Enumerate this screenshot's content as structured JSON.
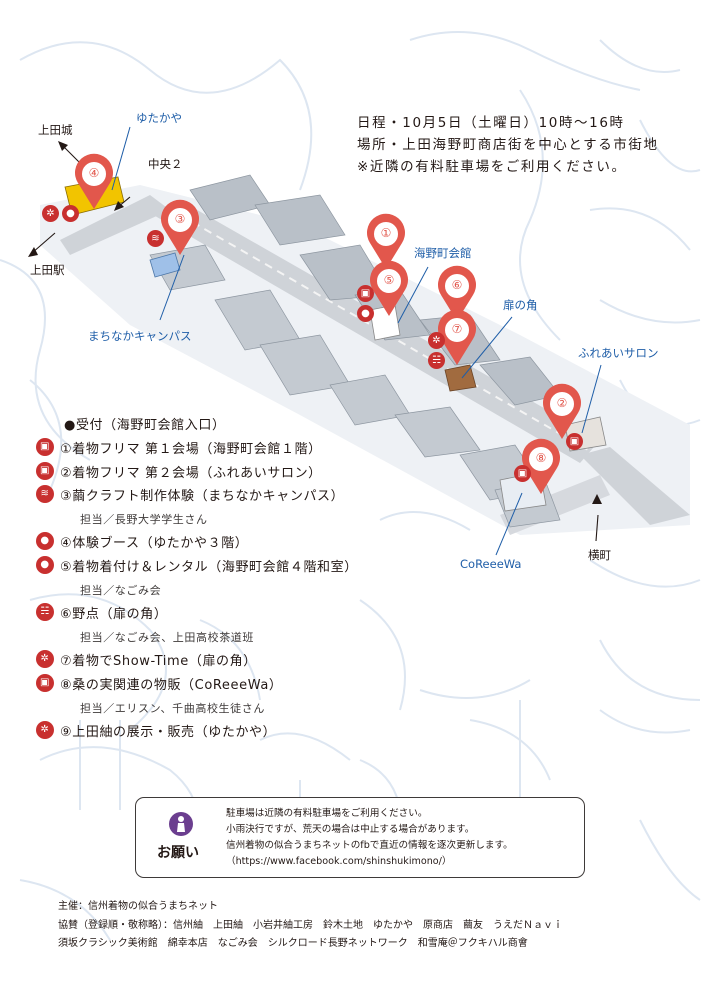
{
  "schedule": {
    "line1": "日程・10月5日（土曜日）10時～16時",
    "line2": "場所・上田海野町商店街を中心とする市街地",
    "line3": "※近隣の有料駐車場をご利用ください。"
  },
  "map": {
    "labels": {
      "ueda_castle": "上田城",
      "yutakaya": "ゆたかや",
      "chuo2": "中央２",
      "ueda_station": "上田駅",
      "machinaka_campus": "まちなかキャンパス",
      "unnomachi_hall": "海野町会館",
      "tobira_no_kado": "扉の角",
      "fureai_salon": "ふれあいサロン",
      "coreeewa": "CoReeeWa",
      "yokomachi": "横町"
    },
    "pins": [
      {
        "num": "①"
      },
      {
        "num": "②"
      },
      {
        "num": "③"
      },
      {
        "num": "④"
      },
      {
        "num": "⑤"
      },
      {
        "num": "⑥"
      },
      {
        "num": "⑦"
      },
      {
        "num": "⑧"
      }
    ]
  },
  "legend": {
    "items": [
      {
        "icon": "none",
        "text": "●受付（海野町会館入口）"
      },
      {
        "icon": "shopping-bag",
        "text": "①着物フリマ 第１会場（海野町会館１階）"
      },
      {
        "icon": "shopping-bag",
        "text": "②着物フリマ 第２会場（ふれあいサロン）"
      },
      {
        "icon": "craft-basket",
        "text": "③繭クラフト制作体験（まちなかキャンパス）"
      },
      {
        "icon": "note",
        "text": "担当／長野大学学生さん"
      },
      {
        "icon": "person-head",
        "text": "④体験ブース（ゆたかや３階）"
      },
      {
        "icon": "person-head",
        "text": "⑤着物着付け＆レンタル（海野町会館４階和室）"
      },
      {
        "icon": "note",
        "text": "担当／なごみ会"
      },
      {
        "icon": "tea-bowl",
        "text": "⑥野点（扉の角）"
      },
      {
        "icon": "note",
        "text": "担当／なごみ会、上田高校茶道班"
      },
      {
        "icon": "showtime-star",
        "text": "⑦着物でShow-Time（扉の角）"
      },
      {
        "icon": "shopping-bag",
        "text": "⑧桑の実関連の物販（CoReeeWa）"
      },
      {
        "icon": "note",
        "text": "担当／エリスン、千曲高校生徒さん"
      },
      {
        "icon": "showtime-star",
        "text": "⑨上田紬の展示・販売（ゆたかや）"
      }
    ]
  },
  "notice": {
    "title": "お願い",
    "lines": [
      "駐車場は近隣の有料駐車場をご利用ください。",
      "小雨決行ですが、荒天の場合は中止する場合があります。",
      "信州着物の似合うまちネットのfbで直近の情報を逐次更新します。",
      "（https://www.facebook.com/shinshukimono/）"
    ]
  },
  "credits": {
    "line1": "主催：信州着物の似合うまちネット",
    "line2": "協賛（登録順・敬称略）：信州紬　上田紬　小岩井紬工房　鈴木土地　ゆたかや　原商店　繭友　うえだＮａｖｉ",
    "line3": "須坂クラシック美術館　綿幸本店　なごみ会　シルクロード長野ネットワーク　和雪庵＠フクキハル商會"
  },
  "colors": {
    "pin": "#e2574c",
    "icon_red": "#c8302f",
    "label_blue": "#1f5ea8",
    "notice_icon": "#6b3e8f",
    "background_lettering": "#dde6f1"
  }
}
